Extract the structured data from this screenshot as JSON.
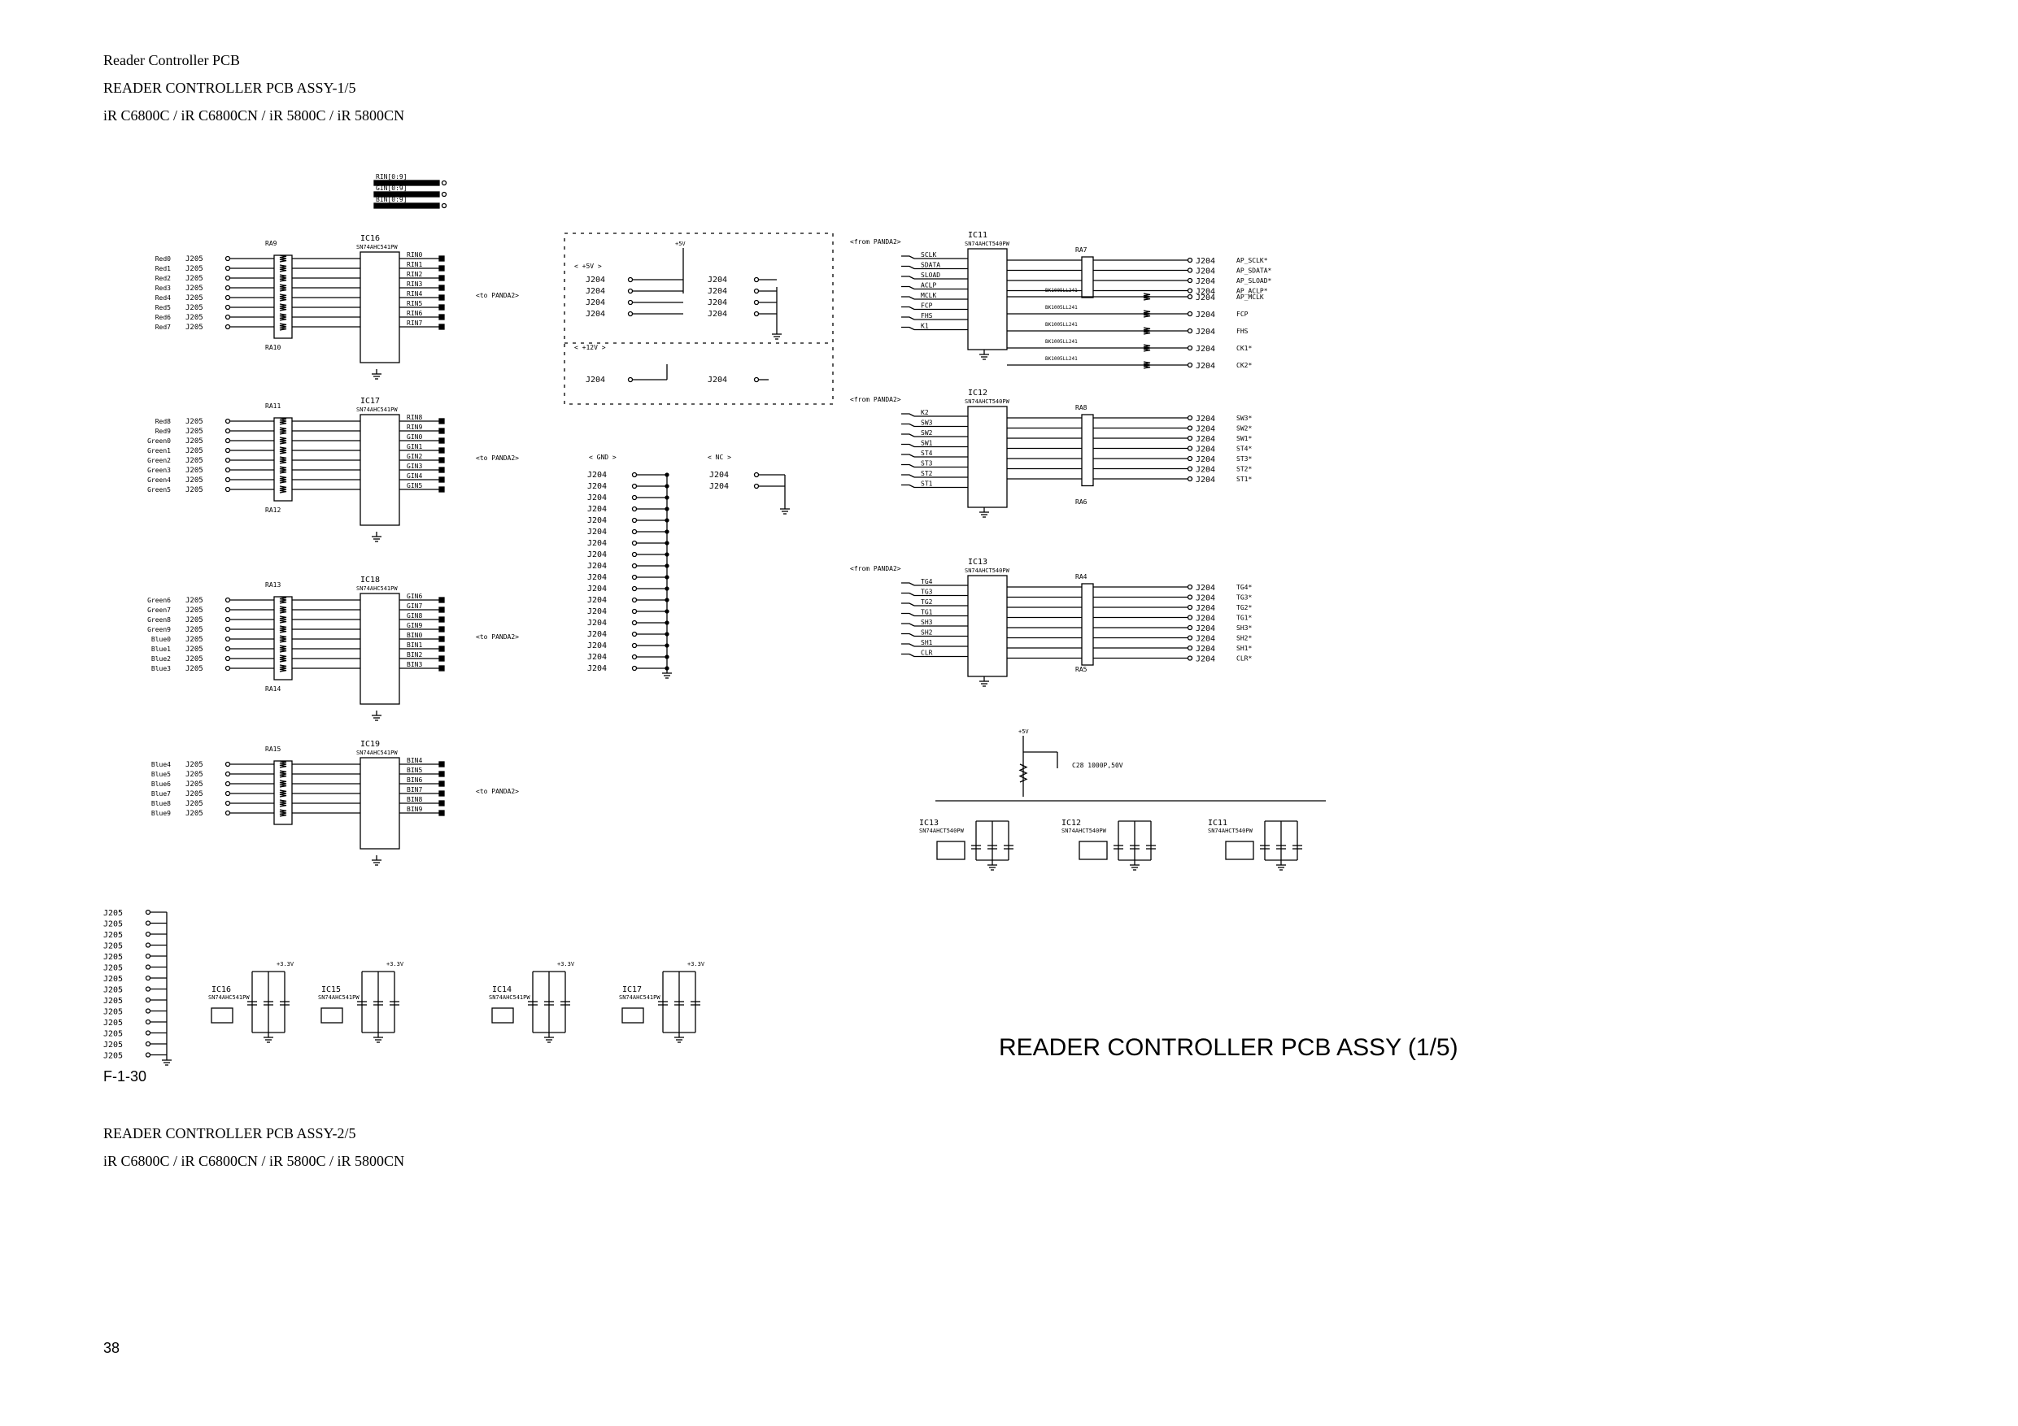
{
  "header": {
    "section": "Reader Controller PCB",
    "title_1": "READER CONTROLLER PCB ASSY-1/5",
    "models_1": "iR C6800C / iR C6800CN / iR 5800C / iR 5800CN",
    "title_2": "READER CONTROLLER PCB ASSY-2/5",
    "models_2": "iR C6800C / iR C6800CN / iR 5800C / iR 5800CN"
  },
  "figure": {
    "caption": "READER CONTROLLER PCB ASSY (1/5)",
    "id": "F-1-30"
  },
  "page_number": "38",
  "schematic": {
    "connector_j205": "J205",
    "connector_j204": "J204",
    "to_panda": "<to PANDA2>",
    "from_panda": "<from PANDA2>",
    "rail_5v": "< +5V >",
    "rail_12v": "< +12V >",
    "rail_gnd": "< GND >",
    "rail_nc": "< NC >",
    "vcc_label": "+3.3V",
    "rinsel": [
      "RIN[0:9]",
      "GIN[0:9]",
      "BIN[0:9]"
    ],
    "blocks": [
      {
        "ic": "IC16",
        "part": "SN74AHC541PW",
        "ra_top": "RA9",
        "ra_bot": "RA10",
        "signals": [
          "Red0",
          "Red1",
          "Red2",
          "Red3",
          "Red4",
          "Red5",
          "Red6",
          "Red7"
        ],
        "outs": [
          "RIN0",
          "RIN1",
          "RIN2",
          "RIN3",
          "RIN4",
          "RIN5",
          "RIN6",
          "RIN7"
        ]
      },
      {
        "ic": "IC17",
        "part": "SN74AHC541PW",
        "ra_top": "RA11",
        "ra_bot": "RA12",
        "signals": [
          "Red8",
          "Red9",
          "Green0",
          "Green1",
          "Green2",
          "Green3",
          "Green4",
          "Green5"
        ],
        "outs": [
          "RIN8",
          "RIN9",
          "GIN0",
          "GIN1",
          "GIN2",
          "GIN3",
          "GIN4",
          "GIN5"
        ]
      },
      {
        "ic": "IC18",
        "part": "SN74AHC541PW",
        "ra_top": "RA13",
        "ra_bot": "RA14",
        "signals": [
          "Green6",
          "Green7",
          "Green8",
          "Green9",
          "Blue0",
          "Blue1",
          "Blue2",
          "Blue3"
        ],
        "outs": [
          "GIN6",
          "GIN7",
          "GIN8",
          "GIN9",
          "BIN0",
          "BIN1",
          "BIN2",
          "BIN3"
        ]
      },
      {
        "ic": "IC19",
        "part": "SN74AHC541PW",
        "ra_top": "RA15",
        "ra_bot": "",
        "signals": [
          "Blue4",
          "Blue5",
          "Blue6",
          "Blue7",
          "Blue8",
          "Blue9"
        ],
        "outs": [
          "BIN4",
          "BIN5",
          "BIN6",
          "BIN7",
          "BIN8",
          "BIN9"
        ]
      }
    ],
    "ic11": {
      "ic": "IC11",
      "part": "SN74AHCT540PW",
      "ra": "RA7",
      "inputs": [
        "SCLK",
        "SDATA",
        "SLOAD",
        "ACLP",
        "MCLK",
        "FCP",
        "FHS",
        "K1"
      ],
      "outputs": [
        "AP_SCLK*",
        "AP_SDATA*",
        "AP_SLOAD*",
        "AP_ACLP*",
        "AP_MCLK",
        "FCP",
        "FHS",
        "CK1*",
        "CK2*"
      ]
    },
    "ic12": {
      "ic": "IC12",
      "part": "SN74AHCT540PW",
      "ra_top": "RA8",
      "ra_bot": "RA6",
      "inputs": [
        "K2",
        "SW3",
        "SW2",
        "SW1",
        "ST4",
        "ST3",
        "ST2",
        "ST1"
      ],
      "outputs": [
        "SW3*",
        "SW2*",
        "SW1*",
        "ST4*",
        "ST3*",
        "ST2*",
        "ST1*"
      ]
    },
    "ic13": {
      "ic": "IC13",
      "part": "SN74AHCT540PW",
      "ra_top": "RA4",
      "ra_bot": "RA5",
      "inputs": [
        "TG4",
        "TG3",
        "TG2",
        "TG1",
        "SH3",
        "SH2",
        "SH1",
        "CLR"
      ],
      "outputs": [
        "TG4*",
        "TG3*",
        "TG2*",
        "TG1*",
        "SH3*",
        "SH2*",
        "SH1*",
        "CLR*"
      ]
    },
    "cap_note": "C28  1000P,50V",
    "decoupling": [
      {
        "ic": "IC13",
        "part": "SN74AHCT540PW"
      },
      {
        "ic": "IC12",
        "part": "SN74AHCT540PW"
      },
      {
        "ic": "IC11",
        "part": "SN74AHCT540PW"
      },
      {
        "ic": "IC16",
        "part": "SN74AHC541PW"
      },
      {
        "ic": "IC15",
        "part": "SN74AHC541PW"
      },
      {
        "ic": "IC14",
        "part": "SN74AHC541PW"
      },
      {
        "ic": "IC17",
        "part": "SN74AHC541PW"
      }
    ]
  }
}
